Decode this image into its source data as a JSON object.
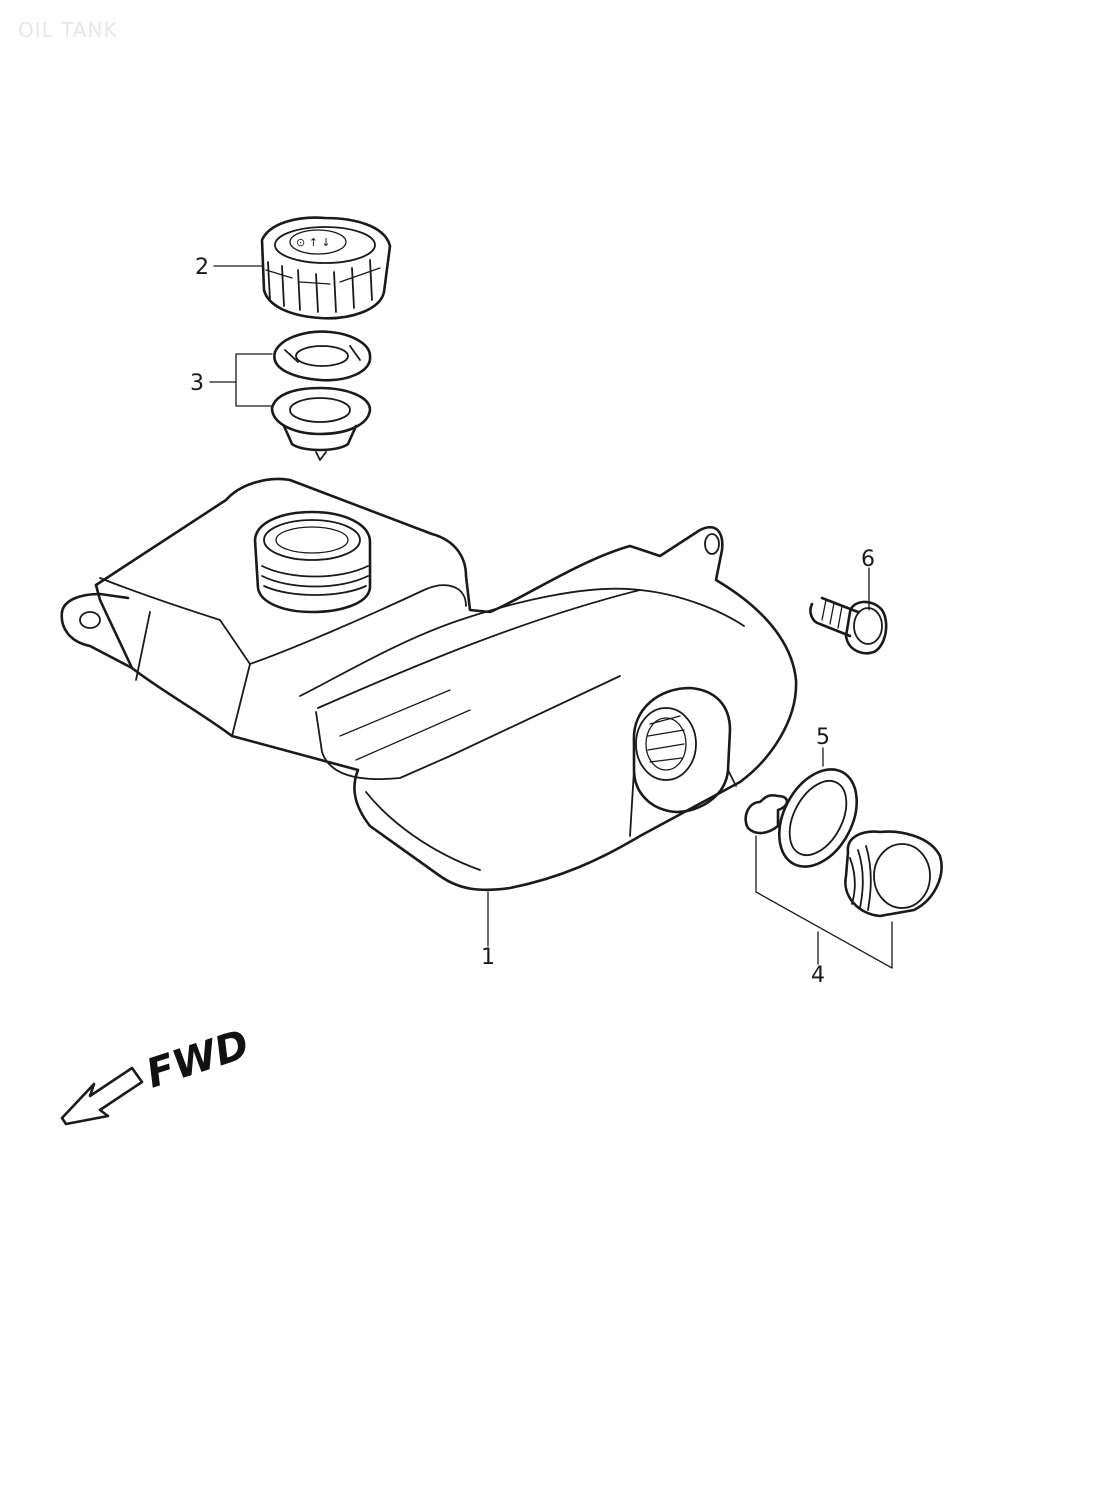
{
  "header": {
    "watermark": "OIL TANK"
  },
  "callouts": [
    {
      "id": "1",
      "label": "1"
    },
    {
      "id": "2",
      "label": "2"
    },
    {
      "id": "3",
      "label": "3"
    },
    {
      "id": "4",
      "label": "4"
    },
    {
      "id": "5",
      "label": "5"
    },
    {
      "id": "6",
      "label": "6"
    }
  ],
  "direction": {
    "label": "FWD",
    "icon": "arrow-left-down-icon"
  },
  "colors": {
    "ink": "#1a1a1a",
    "watermark": "#e6e6e6",
    "background": "#ffffff"
  }
}
